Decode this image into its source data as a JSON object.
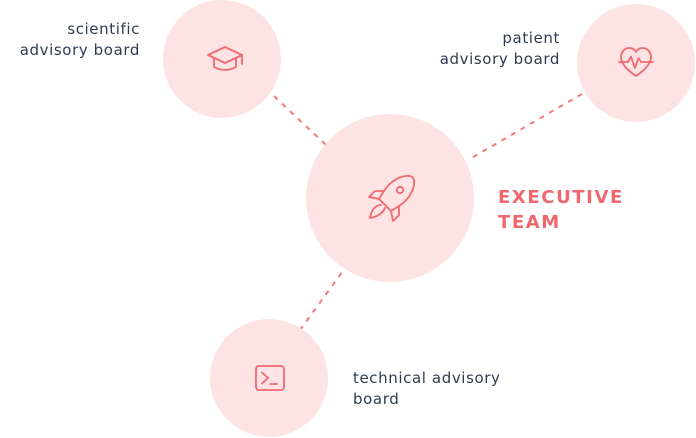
{
  "nodes": {
    "scientific": {
      "label_lines": [
        "scientific",
        "advisory board"
      ],
      "icon": "graduation-cap-icon"
    },
    "patient": {
      "label_lines": [
        "patient",
        "advisory board"
      ],
      "icon": "heartbeat-icon"
    },
    "executive": {
      "label_lines": [
        "EXECUTIVE",
        "TEAM"
      ],
      "icon": "rocket-icon"
    },
    "technical": {
      "label_lines": [
        "technical advisory",
        "board"
      ],
      "icon": "terminal-icon"
    }
  },
  "colors": {
    "circle_fill": "#fde3e3",
    "accent": "#f0686e",
    "connector": "#f47a7a",
    "text": "#2f3b52"
  }
}
